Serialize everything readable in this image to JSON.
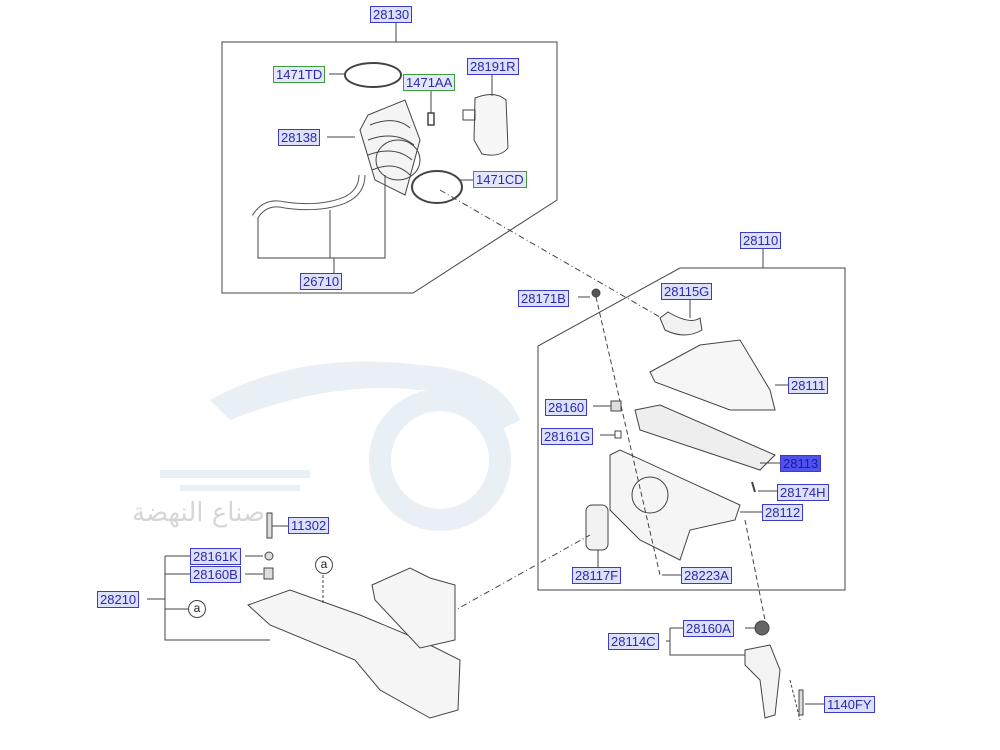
{
  "watermark_text": "صناع النهضة",
  "labels": {
    "l28130": "28130",
    "l1471TD": "1471TD",
    "l1471AA": "1471AA",
    "l28191R": "28191R",
    "l28138": "28138",
    "l1471CD": "1471CD",
    "l26710": "26710",
    "l28110": "28110",
    "l28171B": "28171B",
    "l28115G": "28115G",
    "l28111": "28111",
    "l28160": "28160",
    "l28161G": "28161G",
    "l28113": "28113",
    "l28174H": "28174H",
    "l28112": "28112",
    "l28117F": "28117F",
    "l28223A": "28223A",
    "l11302": "11302",
    "l28161K": "28161K",
    "l28160B": "28160B",
    "l28210": "28210",
    "l28160A": "28160A",
    "l28114C": "28114C",
    "l1140FY": "1140FY"
  },
  "markers": {
    "a1": "a",
    "a2": "a"
  },
  "colors": {
    "label_border": "#3b3bc4",
    "label_text": "#2a2aa8",
    "group_label_border": "#3d9a3d",
    "selected_label": "#4f52ee"
  }
}
